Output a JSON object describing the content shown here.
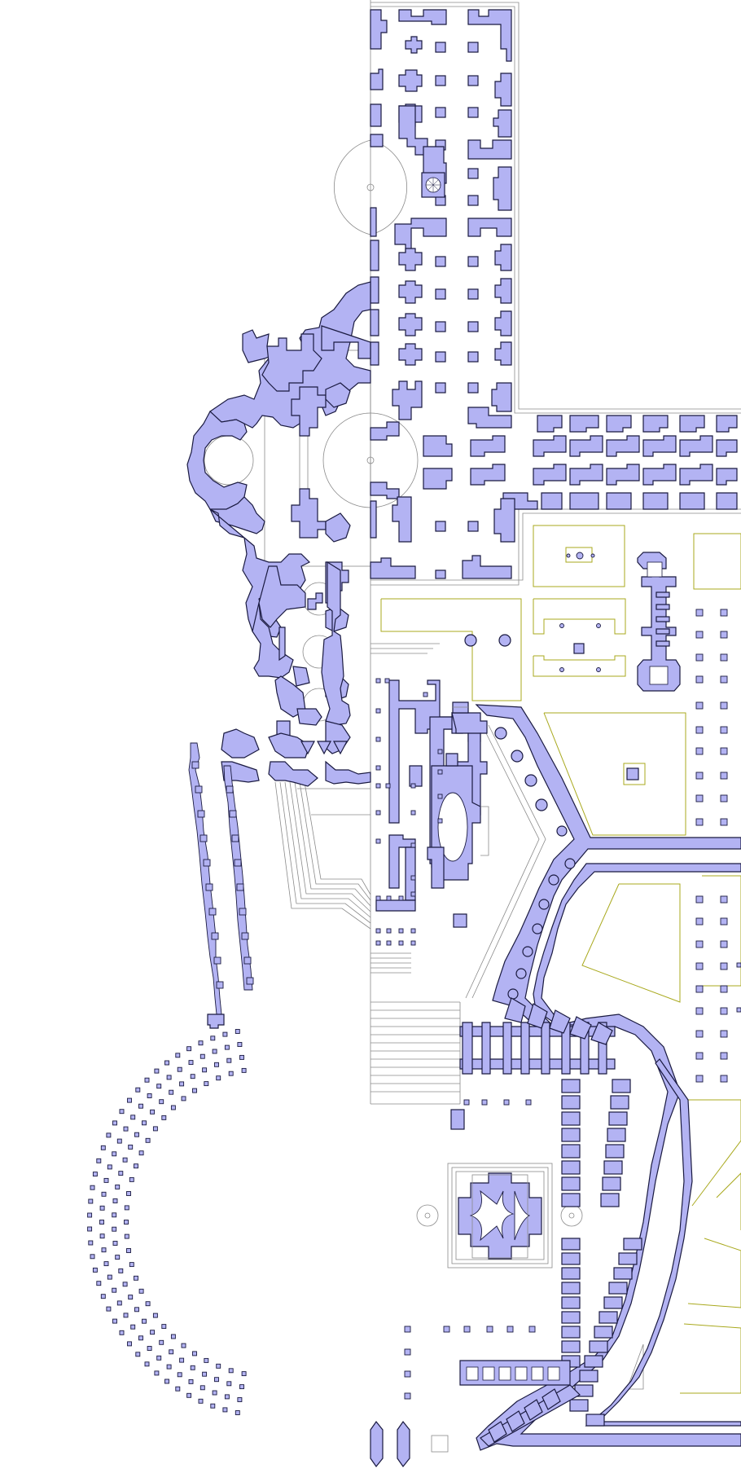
{
  "colors": {
    "background": "#ffffff",
    "wall_fill": "#b3b3f3",
    "wall_edge": "#1a1a40",
    "thin_line": "#8a8a8a",
    "lawn_line": "#a9a91e"
  },
  "plan": {
    "kind": "architectural-floor-plan",
    "regions": [
      "nave-grid",
      "transept-crossing",
      "dome",
      "apse",
      "north-wing",
      "colonnade-arc",
      "bastions",
      "gardens",
      "central-pavilion"
    ]
  }
}
